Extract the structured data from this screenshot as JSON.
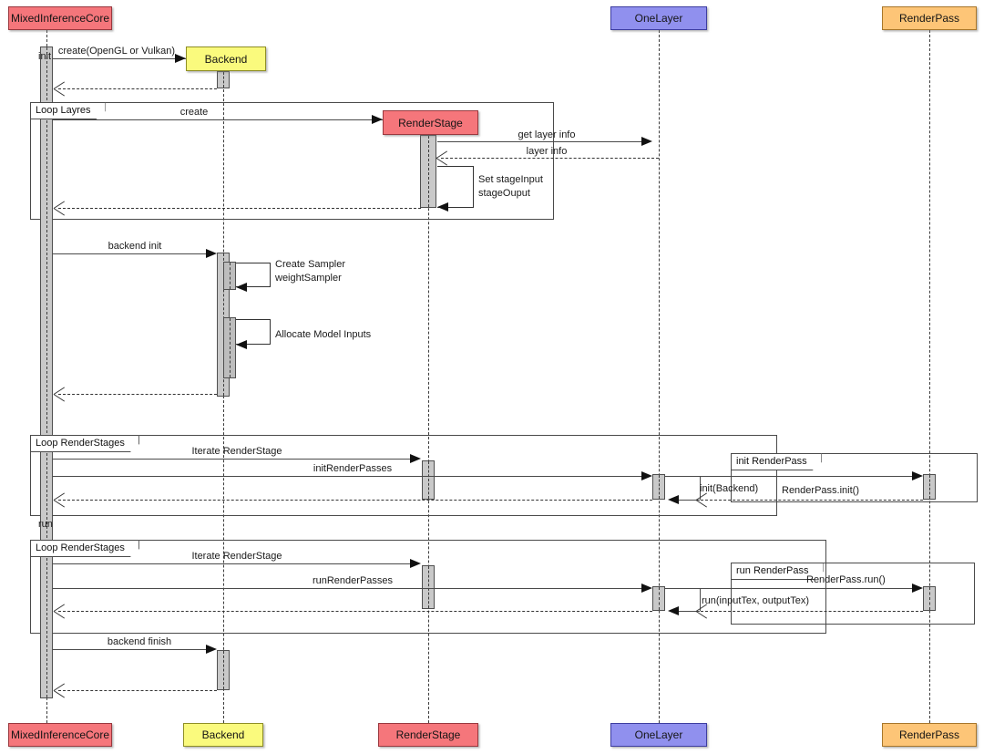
{
  "diagram_type": "uml-sequence-diagram",
  "participants": [
    {
      "name": "MixedInferenceCore",
      "fill": "#F5767B"
    },
    {
      "name": "Backend",
      "fill": "#FAFA7D"
    },
    {
      "name": "RenderStage",
      "fill": "#F5767B"
    },
    {
      "name": "OneLayer",
      "fill": "#9090EE"
    },
    {
      "name": "RenderPass",
      "fill": "#FDC577"
    }
  ],
  "activation_fill": "#C9C9C9",
  "entry_labels": {
    "init": "init",
    "run": "run"
  },
  "frames": {
    "loop_layres": "Loop Layres",
    "loop_renderstages_init": "Loop RenderStages",
    "init_renderpass": "init RenderPass",
    "loop_renderstages_run": "Loop RenderStages",
    "run_renderpass": "run RenderPass"
  },
  "messages": {
    "create_backend": "create(OpenGL or Vulkan)",
    "create_renderstage": "create",
    "get_layer_info": "get layer info",
    "layer_info": "layer info",
    "set_stage_line1": "Set stageInput",
    "set_stage_line2": "stageOuput",
    "backend_init": "backend init",
    "create_sampler_line1": "Create Sampler",
    "create_sampler_line2": "weightSampler",
    "allocate_model_inputs": "Allocate Model Inputs",
    "iterate_renderstage_init": "Iterate RenderStage",
    "init_renderpasses": "initRenderPasses",
    "renderpass_init": "RenderPass.init()",
    "init_backend": "init(Backend)",
    "iterate_renderstage_run": "Iterate RenderStage",
    "run_renderpasses": "runRenderPasses",
    "renderpass_run": "RenderPass.run()",
    "run_inputtex_outputtex": "run(inputTex, outputTex)",
    "backend_finish": "backend finish"
  }
}
